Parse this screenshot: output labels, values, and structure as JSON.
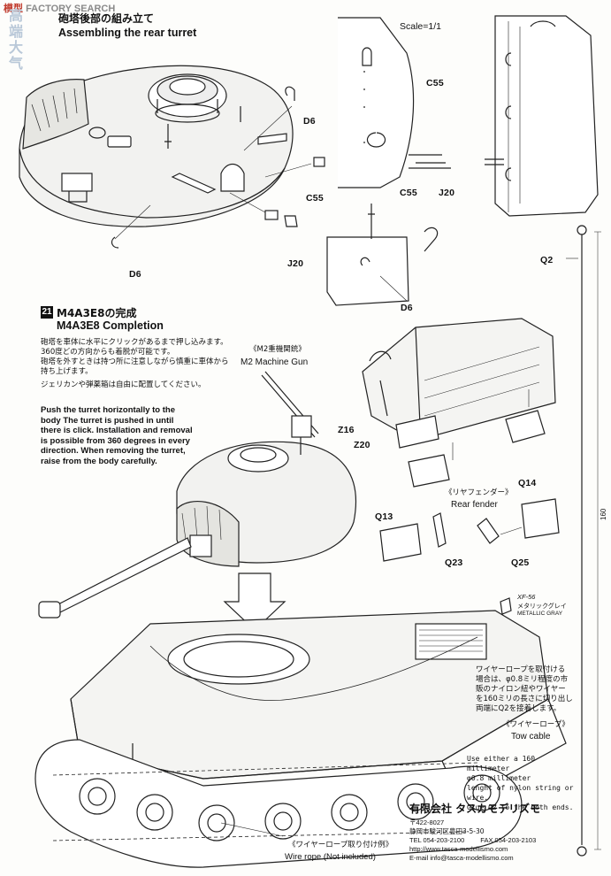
{
  "watermark": "FACTORY SEARCH",
  "watermark_cn": "模型",
  "side_watermark": "高端大气",
  "step20": {
    "title_ja": "砲塔後部の組み立て",
    "title_en": "Assembling the rear turret",
    "scale": "Scale=1/1",
    "parts": {
      "d6_a": "D6",
      "c55_a": "C55",
      "j20_a": "J20",
      "d6_b": "D6",
      "c55_b": "C55",
      "c55_c": "C55",
      "j20_b": "J20",
      "d6_c": "D6"
    }
  },
  "step21": {
    "number": "21",
    "title_ja": "M4A3E8の完成",
    "title_en": "M4A3E8 Completion",
    "instructions_ja": [
      "砲塔を車体に水平にクリックがあるまで押し込みます。",
      "360度どの方向からも着脱が可能です。",
      "砲塔を外すときは持つ所に注意しながら慎重に車体から",
      "持ち上げます。",
      "ジェリカンや弾薬箱は自由に配置してください。"
    ],
    "instructions_en": [
      "Push the turret horizontally to the",
      "body The turret is pushed in until",
      "there is click. Installation and removal",
      "is possible from 360 degrees in every",
      "direction. When removing the turret,",
      "raise from the body carefully."
    ],
    "mg_ja": "《M2重機関銃》",
    "mg_en": "M2 Machine Gun",
    "parts": {
      "z16": "Z16",
      "z20": "Z20",
      "q14": "Q14",
      "q13": "Q13",
      "q23": "Q23",
      "q25": "Q25",
      "q2": "Q2"
    },
    "rear_fender_ja": "《リヤフェンダー》",
    "rear_fender_en": "Rear fender",
    "dimension": "160",
    "paint_code": "XF-56",
    "paint_ja": "メタリックグレイ",
    "paint_en": "METALLIC GRAY",
    "wire_note_ja": [
      "ワイヤーロープを取付ける",
      "場合は、φ0.8ミリ程度の市",
      "販のナイロン紐やワイヤー",
      "を160ミリの長さに切り出し",
      "両端にQ2を接着します。"
    ],
    "tow_cable_ja": "《ワイヤーロープ》",
    "tow_cable_en": "Tow cable",
    "wire_note_en": [
      "Use either a 160 millimeter",
      "φ0.8 millimeter",
      "lenght of nylon string or wire.",
      "Glue Q2 to the both ends."
    ],
    "wire_example_ja": "《ワイヤーロープ取り付け例》",
    "wire_example_en": "Wire rope (Not included)"
  },
  "company": {
    "name": "有限会社 タスカモデリズモ",
    "postal": "〒422-8027",
    "address": "静岡市駿河区豊田3-5-30",
    "tel": "TEL  054-203-2100",
    "fax": "FAX  054-203-2103",
    "url": "http://www.tasca-modellismo.com",
    "email": "E-mail info@tasca-modellismo.com"
  }
}
